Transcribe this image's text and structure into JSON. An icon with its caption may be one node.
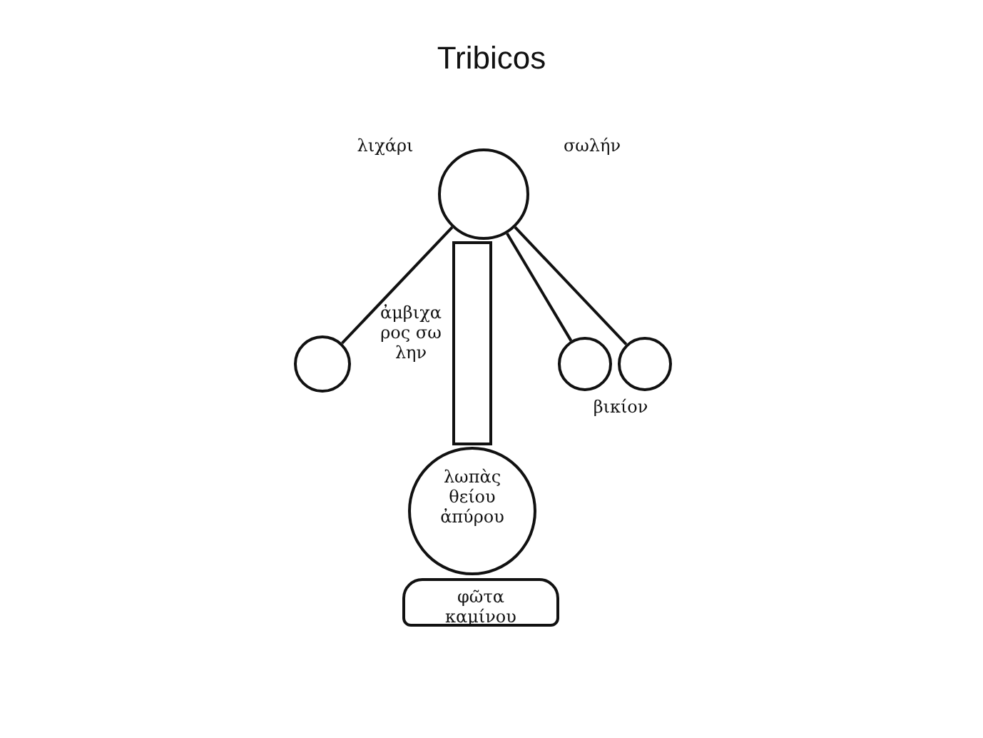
{
  "diagram": {
    "title": "Tribicos",
    "nodes": [
      {
        "text": [],
        "shape": "circle"
      },
      {
        "text": [],
        "shape": "bar"
      },
      {
        "text": [],
        "shape": "circle"
      },
      {
        "text": [],
        "shape": "circle"
      },
      {
        "text": [],
        "shape": "circle"
      },
      {
        "text": [
          "λωπὰς θείου ἀπύρου"
        ]
      },
      {
        "text": [
          "φῶτα καμίνου"
        ]
      }
    ],
    "edges": [
      {
        "from": 0,
        "to": 2,
        "arrow": "none"
      },
      {
        "from": 0,
        "to": 3,
        "arrow": "none"
      },
      {
        "from": 0,
        "to": 4,
        "arrow": "none"
      }
    ],
    "labels": [
      "λιχάρι",
      "σωλήν",
      "ἀμβιχα ρος σω λην",
      "βικίον"
    ]
  }
}
